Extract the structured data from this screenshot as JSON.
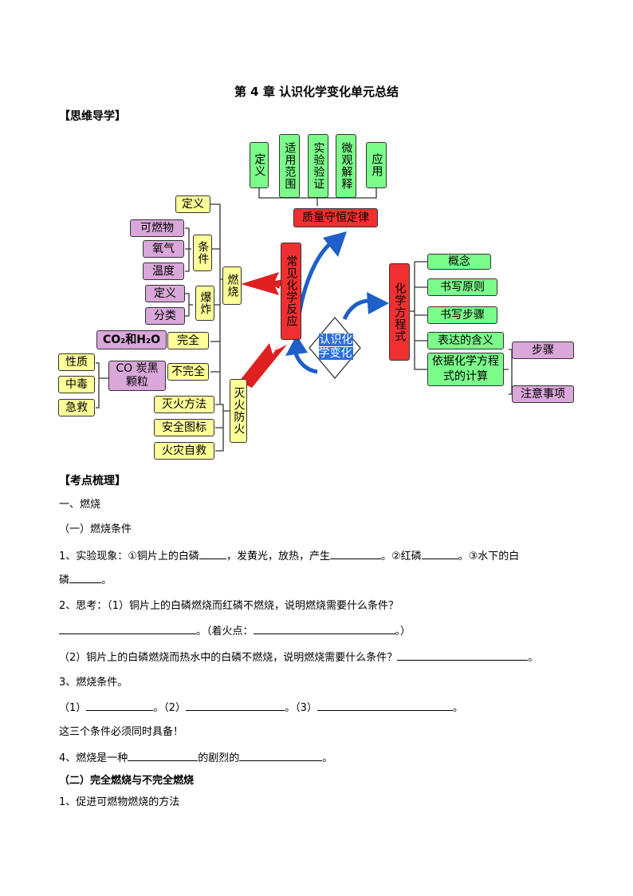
{
  "title": "第 4 章 认识化学变化单元总结",
  "section1": "【思维导学】",
  "section2": "【考点梳理】",
  "map": {
    "top": [
      "定义",
      "适用范围",
      "实验验证",
      "微观解释",
      "应用"
    ],
    "law": "质量守恒定律",
    "center": "认识化学变化",
    "common": "常见化学反应",
    "equation": "化学方程式",
    "eq_items": [
      "概念",
      "书写原则",
      "书写步骤",
      "表达的含义",
      "依据化学方程式的计算"
    ],
    "calc_items": [
      "步骤",
      "注意事项"
    ],
    "burn": "燃烧",
    "burn_def": "定义",
    "condition": "条件",
    "cond_items": [
      "可燃物",
      "氧气",
      "温度"
    ],
    "explode": "爆炸",
    "exp_items": [
      "定义",
      "分类"
    ],
    "complete": "完全",
    "complete_prod": "CO₂和H₂O",
    "incomplete": "不完全",
    "incomplete_prod": "CO 炭黑颗粒",
    "harm": [
      "性质",
      "中毒",
      "急救"
    ],
    "fire": "灭火防火",
    "fire_items": [
      "灭火方法",
      "安全图标",
      "火灾自救"
    ]
  },
  "body": {
    "h1": "一、燃烧",
    "h2": "（一）燃烧条件",
    "q1a": "1、实验现象：①铜片上的白磷",
    "q1b": "，发黄光，放热，产生",
    "q1c": "。②红磷",
    "q1d": "。③水下的白",
    "q1e": "磷",
    "q1f": "。",
    "q2": "2、思考：（1）铜片上的白磷燃烧而红磷不燃烧，说明燃烧需要什么条件？",
    "q2b": "。（着火点：",
    "q2c": "。）",
    "q2d": "（2）铜片上的白磷燃烧而热水中的白磷不燃烧，说明燃烧需要什么条件？",
    "q2e": "。",
    "q3": "3、燃烧条件。",
    "q3a": "（1）",
    "q3b": "。（2）",
    "q3c": "。（3）",
    "q3d": "。",
    "q3note": "这三个条件必须同时具备！",
    "q4a": "4、燃烧是一种",
    "q4b": "的剧烈的",
    "q4c": "。",
    "h3": "（二）完全燃烧与不完全燃烧",
    "q5": "1、促进可燃物燃烧的方法"
  }
}
